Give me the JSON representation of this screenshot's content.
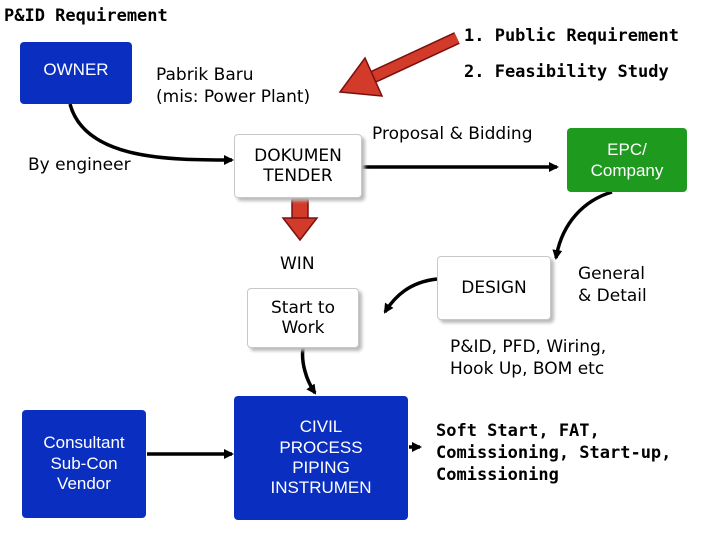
{
  "title": "P&ID Requirement",
  "requirements": {
    "item1": "1. Public Requirement",
    "item2": "2. Feasibility Study"
  },
  "owner": {
    "label": "OWNER",
    "note": "By engineer"
  },
  "pabrik": {
    "text": "Pabrik Baru\n(mis: Power Plant)"
  },
  "tender": {
    "label": "DOKUMEN\nTENDER"
  },
  "proposal": {
    "text": "Proposal & Bidding"
  },
  "epc": {
    "label": "EPC/\nCompany"
  },
  "win": {
    "text": "WIN"
  },
  "start": {
    "label": "Start to\nWork"
  },
  "design": {
    "label": "DESIGN",
    "detail": "General\n& Detail",
    "docs": "P&ID, PFD, Wiring,\nHook Up, BOM etc"
  },
  "consultant": {
    "label": "Consultant\nSub-Con\nVendor"
  },
  "civil": {
    "label": "CIVIL\nPROCESS\nPIPING\nINSTRUMEN"
  },
  "soft_start": {
    "text": "Soft Start, FAT,\nComissioning, Start-up,\nComissioning"
  },
  "colors": {
    "blue_box": "#0a2fc0",
    "green_box": "#1e9a1e",
    "red_arrow": "#d23a2a"
  }
}
